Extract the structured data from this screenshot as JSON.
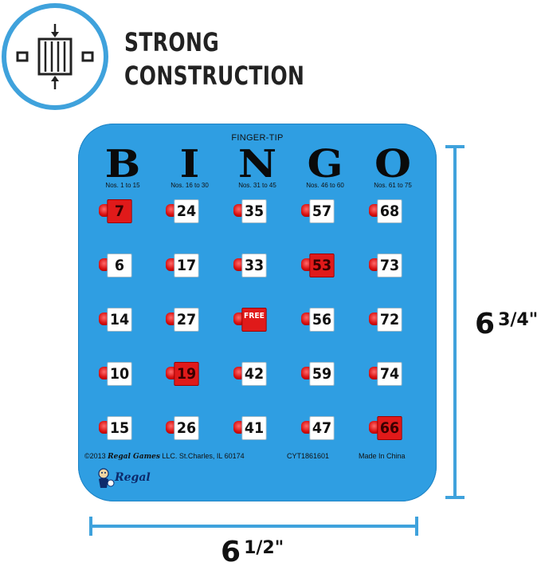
{
  "headline": {
    "line1": "STRONG",
    "line2": "CONSTRUCTION"
  },
  "icon": "compression-block-icon",
  "card": {
    "header": "FINGER-TIP",
    "letters": [
      "B",
      "I",
      "N",
      "G",
      "O"
    ],
    "ranges": [
      "Nos. 1 to 15",
      "Nos. 16 to 30",
      "Nos. 31 to 45",
      "Nos. 46 to 60",
      "Nos. 61 to 75"
    ],
    "rows": [
      [
        {
          "v": "7",
          "m": true
        },
        {
          "v": "24",
          "m": false
        },
        {
          "v": "35",
          "m": false
        },
        {
          "v": "57",
          "m": false
        },
        {
          "v": "68",
          "m": false
        }
      ],
      [
        {
          "v": "6",
          "m": false
        },
        {
          "v": "17",
          "m": false
        },
        {
          "v": "33",
          "m": false
        },
        {
          "v": "53",
          "m": true
        },
        {
          "v": "73",
          "m": false
        }
      ],
      [
        {
          "v": "14",
          "m": false
        },
        {
          "v": "27",
          "m": false
        },
        {
          "v": "FREE",
          "m": true
        },
        {
          "v": "56",
          "m": false
        },
        {
          "v": "72",
          "m": false
        }
      ],
      [
        {
          "v": "10",
          "m": false
        },
        {
          "v": "19",
          "m": true
        },
        {
          "v": "42",
          "m": false
        },
        {
          "v": "59",
          "m": false
        },
        {
          "v": "74",
          "m": false
        }
      ],
      [
        {
          "v": "15",
          "m": false
        },
        {
          "v": "26",
          "m": false
        },
        {
          "v": "41",
          "m": false
        },
        {
          "v": "47",
          "m": false
        },
        {
          "v": "66",
          "m": true
        }
      ]
    ],
    "footer": {
      "copyright": "©2013",
      "brand": "Regal Games",
      "address": "LLC. St.Charles, IL 60174",
      "code": "CYT1861601",
      "origin": "Made In China"
    },
    "logo": "Regal"
  },
  "dimensions": {
    "height": {
      "whole": "6",
      "fraction": "3/4\""
    },
    "width": {
      "whole": "6",
      "fraction": "1/2\""
    }
  },
  "colors": {
    "card": "#2f9ee2",
    "accent": "#3fa2dc",
    "marker": "#e01a1a"
  }
}
